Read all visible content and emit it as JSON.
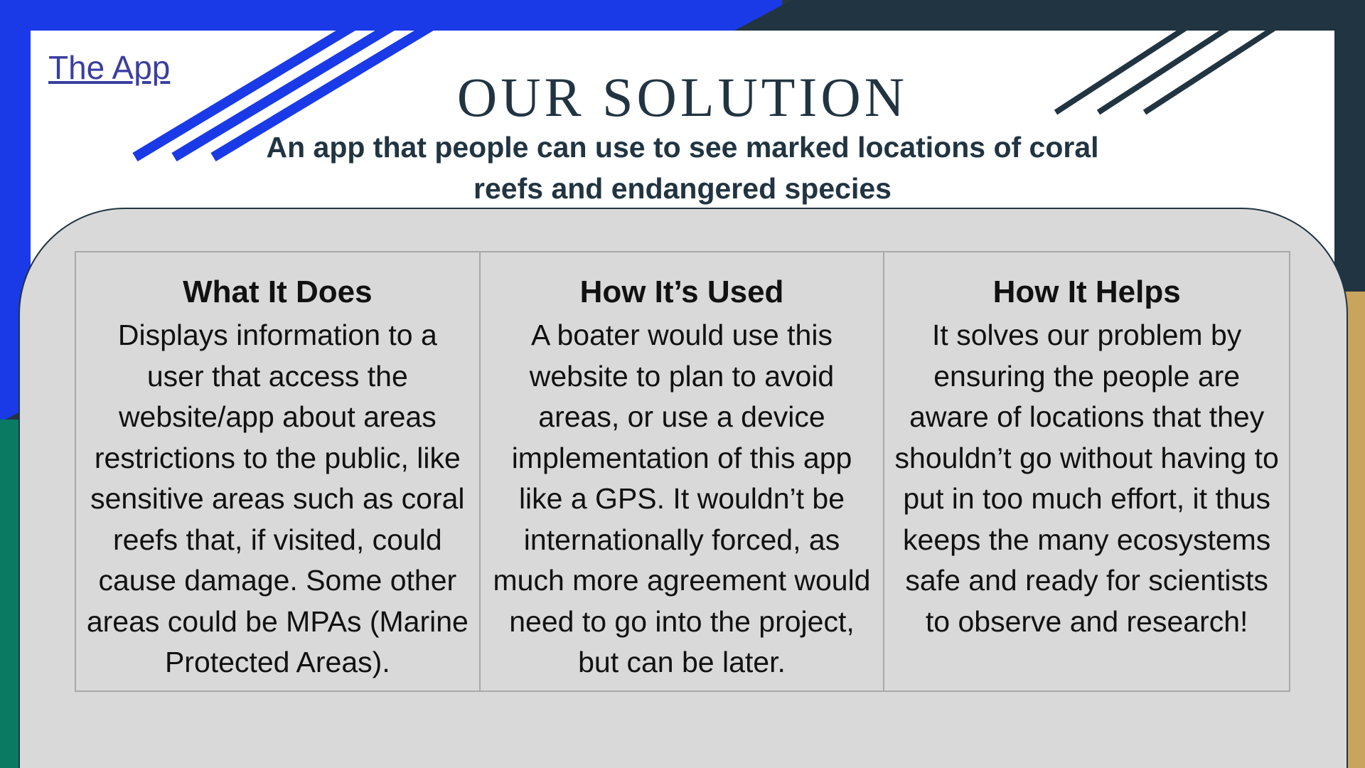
{
  "slide": {
    "link_text": "The App",
    "title": "OUR SOLUTION",
    "subtitle": "An app that people can use to see marked locations of coral reefs and endangered species"
  },
  "colors": {
    "blue": "#1a3ae8",
    "dark": "#213441",
    "teal": "#0b7a62",
    "gold": "#c9a45c",
    "panel": "#d9d9d9"
  },
  "columns": [
    {
      "heading": "What It Does",
      "body": "Displays information to a user that access the website/app about areas restrictions to the public, like sensitive areas such as coral reefs that, if visited, could cause damage. Some other areas could be MPAs (Marine Protected Areas)."
    },
    {
      "heading": "How It’s Used",
      "body": "A boater would use this website to plan to avoid areas, or use a device implementation of this app like a GPS. It wouldn’t be internationally forced, as much more agreement would need to go into the project, but can be later."
    },
    {
      "heading": "How It Helps",
      "body": "It solves our problem by ensuring the people are aware of locations that they shouldn’t go without having to put in too much effort, it thus keeps the many ecosystems safe and ready for scientists to observe and research!"
    }
  ]
}
